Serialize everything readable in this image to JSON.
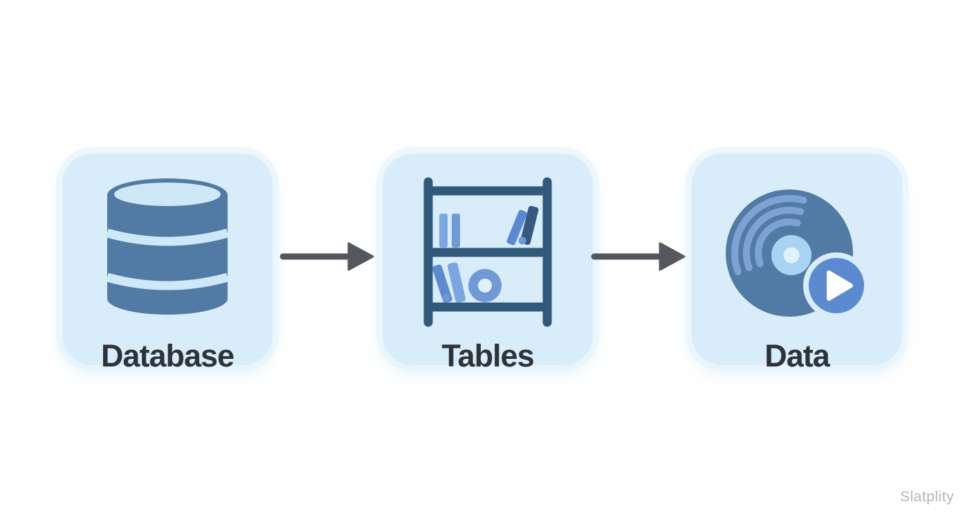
{
  "page": {
    "background": "#ffffff",
    "watermark": "Slatplity"
  },
  "diagram": {
    "type": "flow",
    "direction": "left-to-right",
    "nodes": [
      {
        "id": "database",
        "label": "Database",
        "icon": "database-cylinder-icon"
      },
      {
        "id": "tables",
        "label": "Tables",
        "icon": "bookshelf-books-icon"
      },
      {
        "id": "data",
        "label": "Data",
        "icon": "disc-play-icon"
      }
    ],
    "connectors": [
      {
        "from": "Database",
        "to": "Tables",
        "style": "solid-right-arrow"
      },
      {
        "from": "Tables",
        "to": "Data",
        "style": "solid-right-arrow"
      }
    ],
    "colors": {
      "card_background": "#d9ecf9",
      "icon_steel_blue": "#517ba5",
      "icon_dark_blue": "#30597c",
      "icon_light_blue": "#7aa6e2",
      "icon_book_blue": "#6f9ad6",
      "icon_mid_blue": "#5b8ad0",
      "icon_navy_blue": "#37597f",
      "icon_pale_blue": "#cfe8f8",
      "icon_arc_blue": "#7ca3d4",
      "icon_inner_blue": "#a9d3f2",
      "icon_hole_blue": "#e2f2fc",
      "arrow_gray": "#54575b",
      "label_color": "#2d3338",
      "watermark_gray": "#b5b4b2",
      "page_background": "#ffffff"
    }
  }
}
